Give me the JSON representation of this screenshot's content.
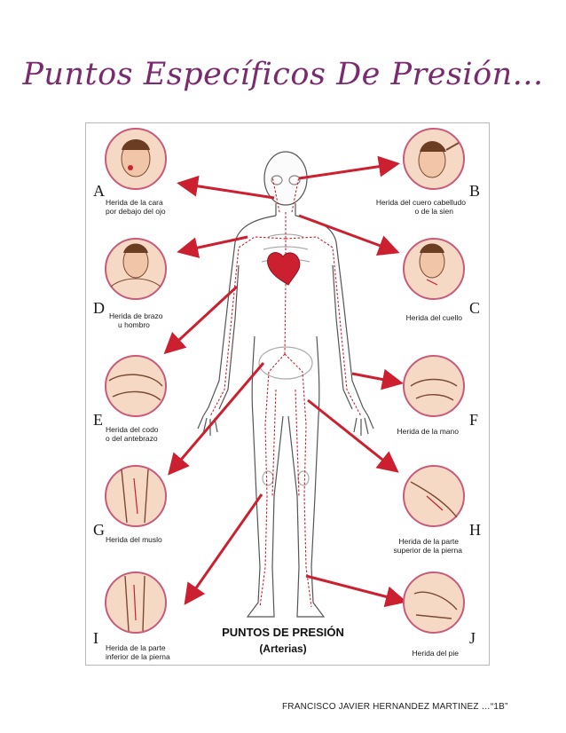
{
  "title": "Puntos Específicos De Presión...",
  "poster": {
    "heading": "PUNTOS DE PRESIÓN",
    "subheading": "(Arterias)",
    "points": [
      {
        "letter": "A",
        "line1": "Herida de la cara",
        "line2": "por debajo del ojo"
      },
      {
        "letter": "B",
        "line1": "Herida del cuero cabelludo",
        "line2": "o de la sien"
      },
      {
        "letter": "D",
        "line1": "Herida de brazo",
        "line2": "u hombro"
      },
      {
        "letter": "C",
        "line1": "Herida del cuello",
        "line2": ""
      },
      {
        "letter": "E",
        "line1": "Herida del codo",
        "line2": "o del antebrazo"
      },
      {
        "letter": "F",
        "line1": "Herida de la mano",
        "line2": ""
      },
      {
        "letter": "G",
        "line1": "Herida del muslo",
        "line2": ""
      },
      {
        "letter": "H",
        "line1": "Herida de la parte",
        "line2": "superior de la pierna"
      },
      {
        "letter": "I",
        "line1": "Herida de la parte",
        "line2": "inferior de la pierna"
      },
      {
        "letter": "J",
        "line1": "Herida del pie",
        "line2": ""
      }
    ]
  },
  "footer": "FRANCISCO JAVIER HERNANDEZ MARTINEZ …“1B”",
  "colors": {
    "title": "#7a2a6e",
    "artery": "#cc1f2f",
    "circle": "#c85a7a",
    "skin": "#f6d9c4"
  }
}
